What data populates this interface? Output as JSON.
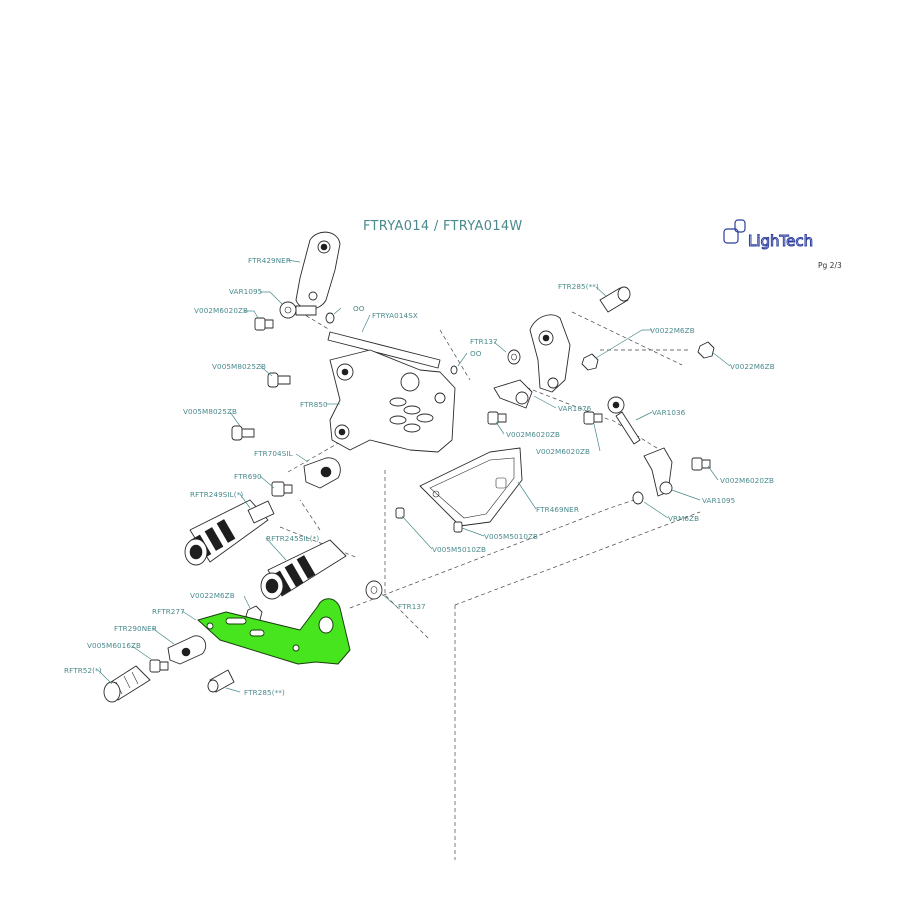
{
  "title": "FTRYA014 / FTRYA014W",
  "page": "Pg 2/3",
  "brand": {
    "name": "LighTech",
    "color": "#2c3c9c"
  },
  "colors": {
    "label": "#4a8a8c",
    "highlight": "#46e51e",
    "line": "#2b2b2b"
  },
  "labels": {
    "ftr429ner": "FTR429NER",
    "var1095_a": "VAR1095",
    "v002m6020zb_a": "V002M6020ZB",
    "oo_a": "OO",
    "ftrya014sx": "FTRYA014SX",
    "ftr285_a": "FTR285(**)",
    "v0022m6zb_a": "V0022M6ZB",
    "v0022m6zb_b": "V0022M6ZB",
    "ftr137_a": "FTR137",
    "oo_b": "OO",
    "v005m8025zb_a": "V005M8025ZB",
    "v005m8025zb_b": "V005M8025ZB",
    "ftr850": "FTR850",
    "var1076": "VAR1076",
    "v002m6020zb_b": "V002M6020ZB",
    "var1036": "VAR1036",
    "v002m6020zb_c": "V002M6020ZB",
    "ftr704sil": "FTR704SIL",
    "ftr690": "FTR690",
    "rftr249sil": "RFTR249SIL(*)",
    "v002m6020zb_d": "V002M6020ZB",
    "var1095_b": "VAR1095",
    "ftr469ner": "FTR469NER",
    "v005m5010zb_a": "V005M5010ZB",
    "vrm6zb": "VRM6ZB",
    "rftr245sil": "RFTR245SIL(*)",
    "v005m5010zb_b": "V005M5010ZB",
    "v0022m6zb_c": "V0022M6ZB",
    "ftr137_b": "FTR137",
    "rftr277": "RFTR277",
    "ftr290ner": "FTR290NER",
    "v005m6016zb": "V005M6016ZB",
    "rftr52": "RFTR52(*)",
    "ftr285_b": "FTR285(**)"
  }
}
